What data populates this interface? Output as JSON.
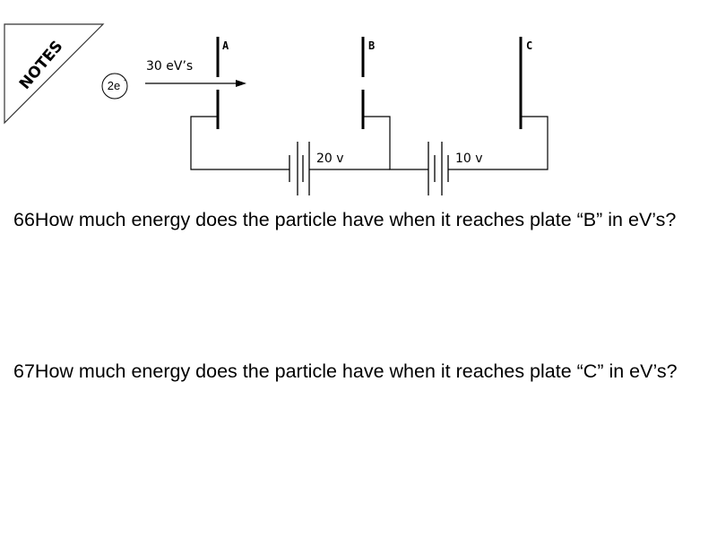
{
  "notes_badge": "NOTES",
  "diagram": {
    "particle_label": "2e",
    "particle_charge_sign": "-",
    "energy_label": "30 eV’s",
    "plates": [
      "A",
      "B",
      "C"
    ],
    "battery_1_label": "20 v",
    "battery_2_label": "10 v"
  },
  "questions": [
    {
      "number": "66",
      "text": "How much energy does the particle have when it reaches plate “B” in eV’s?"
    },
    {
      "number": "67",
      "text": "How much energy does the particle have when it reaches plate “C” in eV’s?"
    }
  ]
}
